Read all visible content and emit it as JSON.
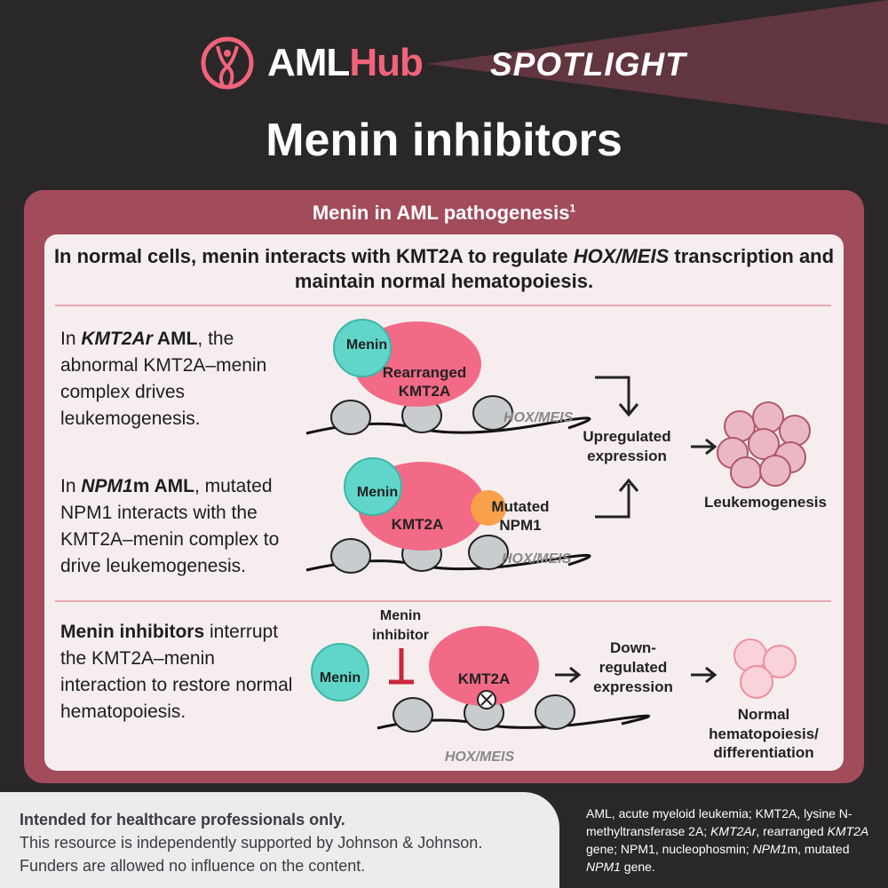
{
  "header": {
    "brand_a": "AML",
    "brand_b": "Hub",
    "spotlight": "SPOTLIGHT",
    "title": "Menin inhibitors"
  },
  "card": {
    "title": "Menin in AML pathogenesis",
    "title_ref": "1",
    "lead_1": "In normal cells, menin interacts with KMT2A to regulate ",
    "lead_italic": "HOX/MEIS",
    "lead_2": " transcription and maintain normal hematopoiesis."
  },
  "rows": {
    "kmt2ar": {
      "pre": "In ",
      "bold_italic": "KMT2Ar",
      "bold": " AML",
      "rest": ", the abnormal KMT2A–menin complex drives leukemogenesis."
    },
    "npm1m": {
      "pre": "In ",
      "bold_italic": "NPM1",
      "bold_m": "m",
      "bold": " AML",
      "rest": ", mutated NPM1 interacts with the KMT2A–menin complex to drive leukemogenesis."
    },
    "inhib": {
      "bold": "Menin inhibitors",
      "rest": " interrupt the KMT2A–menin interaction to restore normal hematopoiesis."
    }
  },
  "diagram": {
    "menin": "Menin",
    "rearranged": "Rearranged",
    "kmt2a": "KMT2A",
    "hoxmeis": "HOX/MEIS",
    "mutated": "Mutated",
    "npm1": "NPM1",
    "up_1": "Upregulated",
    "up_2": "expression",
    "leuk": "Leukemogenesis",
    "inhib_1": "Menin",
    "inhib_2": "inhibitor",
    "down_1": "Down-",
    "down_2": "regulated",
    "down_3": "expression",
    "normal_1": "Normal",
    "normal_2": "hematopoiesis/",
    "normal_3": "differentiation"
  },
  "footer": {
    "line1": "Intended for healthcare professionals only.",
    "line2": "This resource is independently supported by Johnson & Johnson.",
    "line3": "Funders are allowed no influence on the content."
  },
  "abbreviations": {
    "a": "AML, acute myeloid leukemia; KMT2A, lysine N-methyltransferase 2A; ",
    "b": "KMT2Ar",
    "c": ", rearranged ",
    "d": "KMT2A",
    "e": " gene; NPM1, nucleophosmin; ",
    "f": "NPM1",
    "g": "m, mutated ",
    "h": "NPM1",
    "i": " gene."
  },
  "colors": {
    "bg": "#2a2728",
    "accent": "#f0637a",
    "card": "#a24b5a",
    "panel": "#f6eeee",
    "menin": "#5fd6c9",
    "kmt2a": "#f26a86"
  }
}
